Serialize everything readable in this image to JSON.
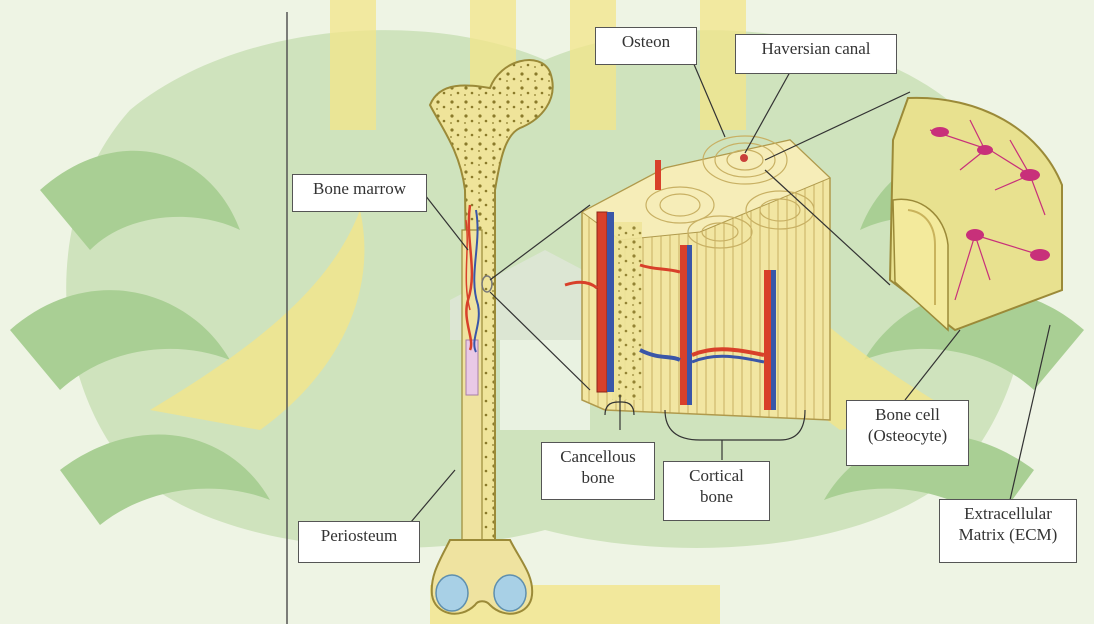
{
  "colors": {
    "background": "#eef4e4",
    "watermark_green": "#a9cf94",
    "watermark_yellow": "#f3e58a",
    "bone": "#f1e6a0",
    "bone_dark": "#c9b35c",
    "marrow": "#e9c9e6",
    "artery": "#d8402a",
    "vein": "#3a56a8",
    "osteocyte": "#c8307a",
    "cartilage": "#a8d0e6"
  },
  "labels": {
    "osteon": "Osteon",
    "haversian_canal": "Haversian canal",
    "bone_marrow": "Bone marrow",
    "cancellous_bone": [
      "Cancellous",
      "bone"
    ],
    "cortical_bone": [
      "Cortical",
      "bone"
    ],
    "bone_cell": [
      "Bone cell",
      "(Osteocyte)"
    ],
    "extracellular_matrix": [
      "Extracellular",
      "Matrix (ECM)"
    ],
    "periosteum": "Periosteum"
  }
}
